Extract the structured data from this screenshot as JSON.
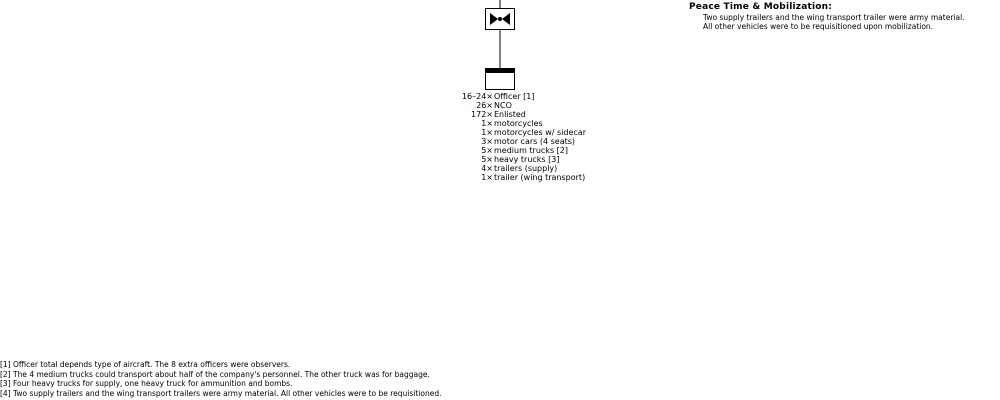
{
  "roster": [
    {
      "qty": "16–24×",
      "item": "Officer [1]"
    },
    {
      "qty": "26×",
      "item": "NCO"
    },
    {
      "qty": "172×",
      "item": "Enlisted"
    },
    {
      "qty": "1×",
      "item": "motorcycles"
    },
    {
      "qty": "1×",
      "item": "motorcycles w/ sidecar"
    },
    {
      "qty": "3×",
      "item": "motor cars (4 seats)"
    },
    {
      "qty": "5×",
      "item": "medium trucks [2]"
    },
    {
      "qty": "5×",
      "item": "heavy trucks [3]"
    },
    {
      "qty": "4×",
      "item": "trailers (supply)"
    },
    {
      "qty": "1×",
      "item": "trailer (wing transport)"
    }
  ],
  "notes": {
    "title": "Peace Time & Mobilization:",
    "lines": [
      "Two supply trailers and the wing transport trailer were army material.",
      "All other vehicles were to be requisitioned upon mobilization."
    ]
  },
  "footnotes": [
    "[1] Officer total depends type of aircraft. The 8 extra officers were observers.",
    "[2] The 4 medium trucks could transport about half of the company's personnel. The other truck was for baggage.",
    "[3] Four heavy trucks for supply, one heavy truck for ammunition and bombs.",
    "[4] Two supply trailers and the wing transport trailers were army material. All other vehicles were to be requisitioned."
  ],
  "symbols": {
    "parent": "aviation-propeller-symbol",
    "unit": "company-hq-symbol"
  }
}
